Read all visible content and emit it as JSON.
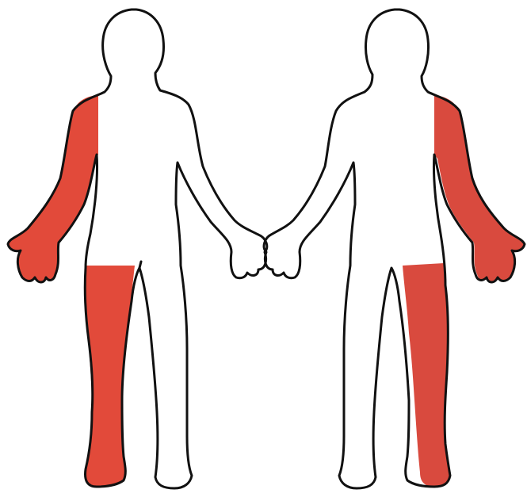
{
  "diagram": {
    "type": "body-map",
    "views": [
      {
        "id": "front",
        "highlighted_regions": [
          "right-arm",
          "right-leg"
        ],
        "highlight_color": "#E24A3A"
      },
      {
        "id": "back",
        "highlighted_regions": [
          "right-arm",
          "right-leg"
        ],
        "highlight_color": "#D94A3E"
      }
    ]
  }
}
